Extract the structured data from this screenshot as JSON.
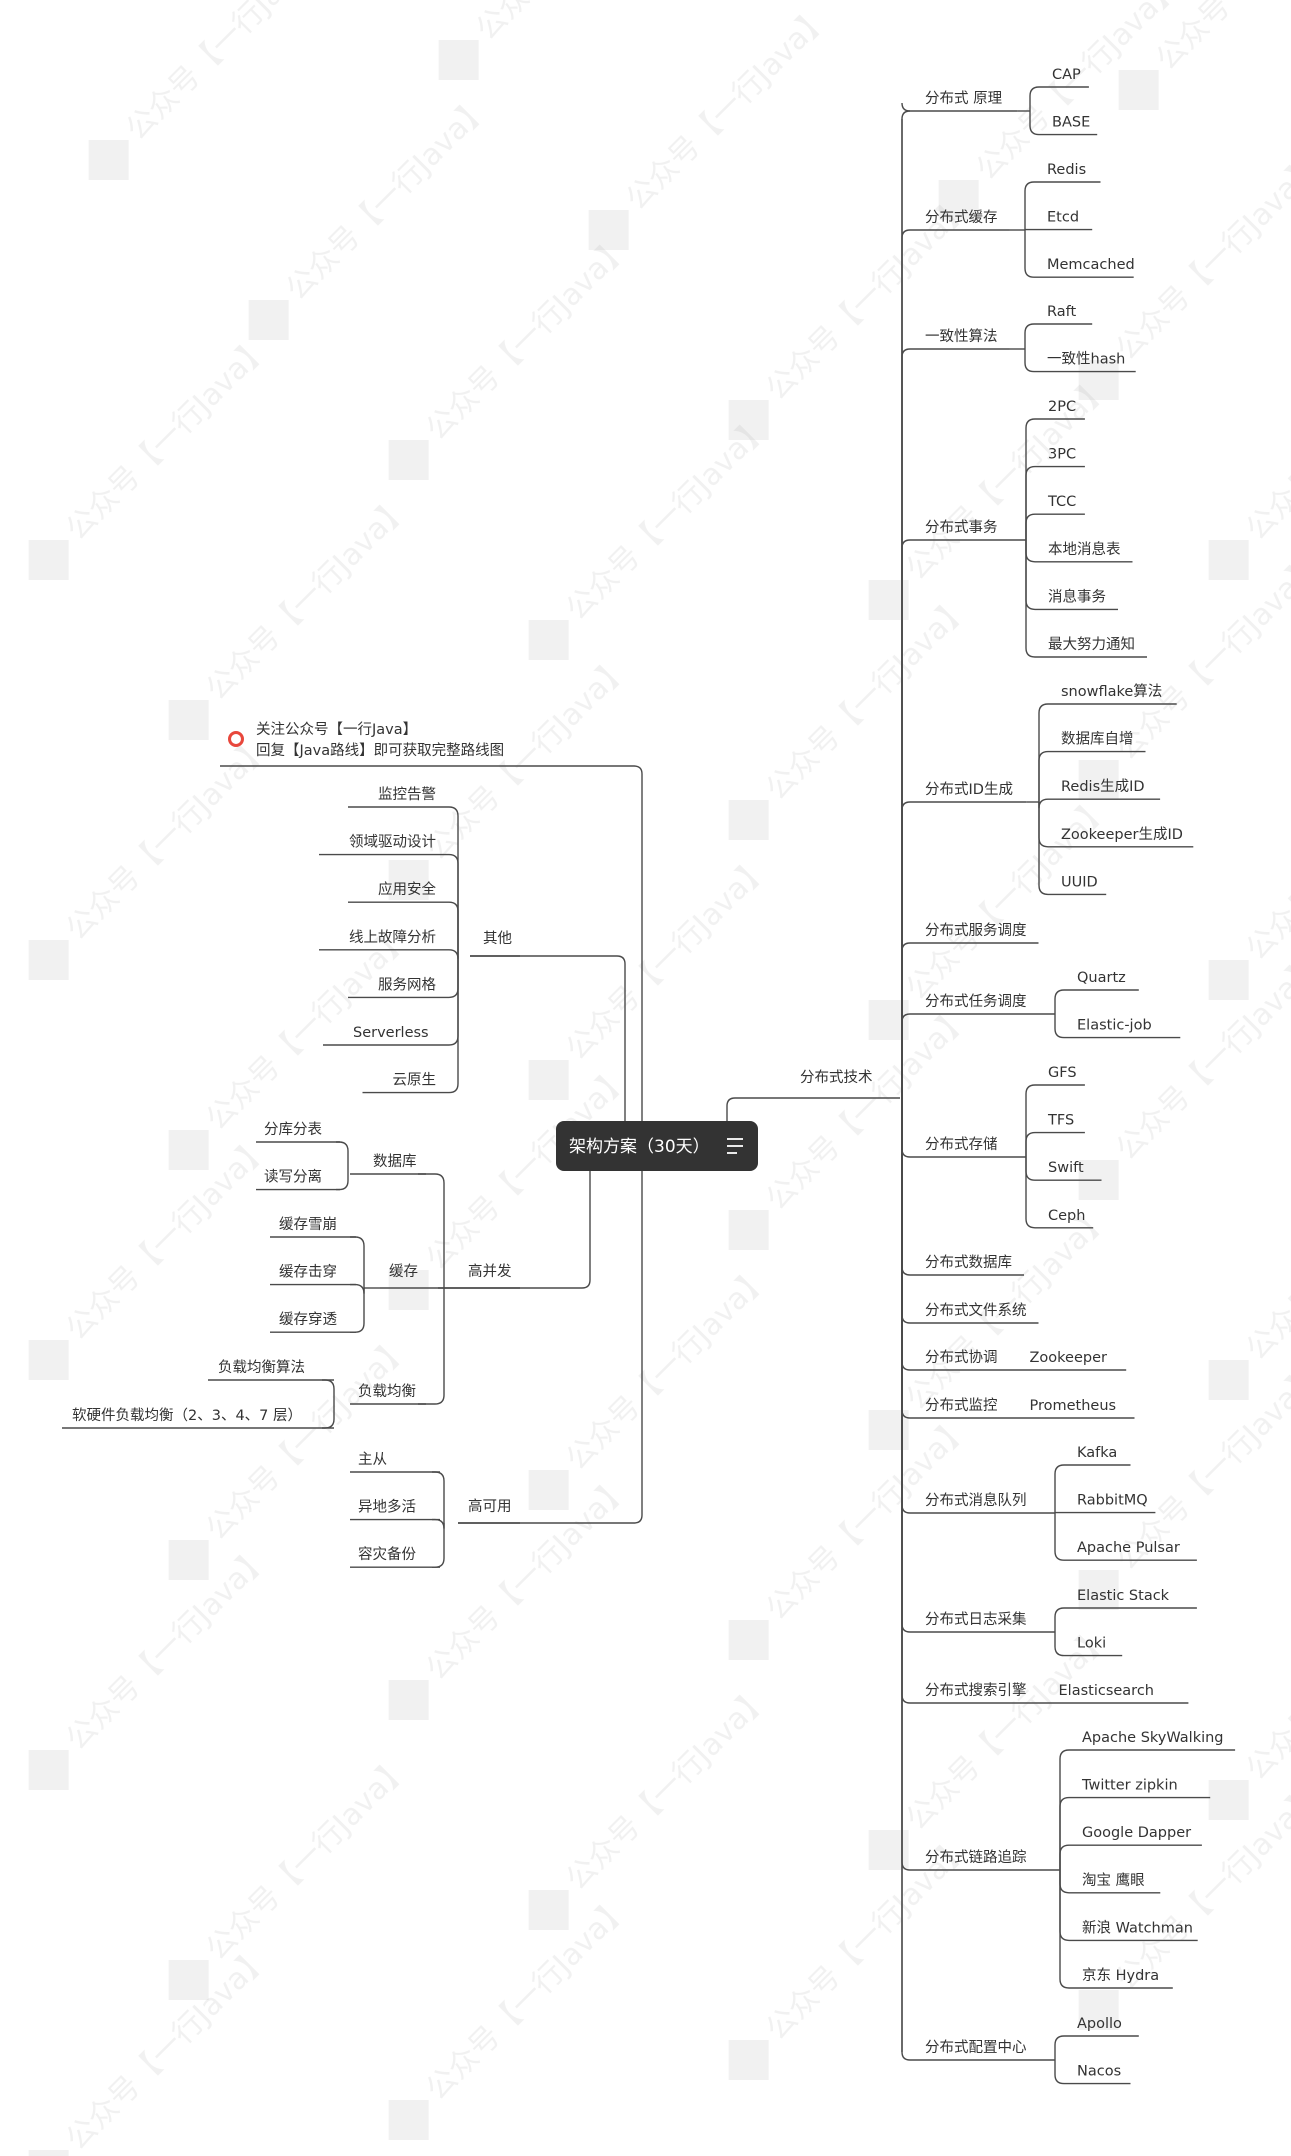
{
  "root": {
    "label": "架构方案（30天）",
    "menu_icon": "menu-icon"
  },
  "colors": {
    "line": "#4a4a4a",
    "root_bg": "#333333",
    "note_icon": "#e8473c",
    "watermark": "#9a9a9a"
  },
  "note": {
    "line1": "关注公众号【一行Java】",
    "line2": "回复【Java路线】即可获取完整路线图",
    "icon": "record-icon"
  },
  "watermark_text": "公众号【一行Java】",
  "right": {
    "label": "分布式技术",
    "children": [
      {
        "label": "分布式 原理",
        "children": [
          "CAP",
          "BASE"
        ]
      },
      {
        "label": "分布式缓存",
        "children": [
          "Redis",
          "Etcd",
          "Memcached"
        ]
      },
      {
        "label": "一致性算法",
        "children": [
          "Raft",
          "一致性hash"
        ]
      },
      {
        "label": "分布式事务",
        "children": [
          "2PC",
          "3PC",
          "TCC",
          "本地消息表",
          "消息事务",
          "最大努力通知"
        ]
      },
      {
        "label": "分布式ID生成",
        "children": [
          "snowflake算法",
          "数据库自增",
          "Redis生成ID",
          "Zookeeper生成ID",
          "UUID"
        ]
      },
      {
        "label": "分布式服务调度",
        "children": []
      },
      {
        "label": "分布式任务调度",
        "children": [
          "Quartz",
          "Elastic-job"
        ]
      },
      {
        "label": "分布式存储",
        "children": [
          "GFS",
          "TFS",
          "Swift",
          "Ceph"
        ]
      },
      {
        "label": "分布式数据库",
        "children": []
      },
      {
        "label": "分布式文件系统",
        "children": []
      },
      {
        "label": "分布式协调",
        "children": [
          "Zookeeper"
        ]
      },
      {
        "label": "分布式监控",
        "children": [
          "Prometheus"
        ]
      },
      {
        "label": "分布式消息队列",
        "children": [
          "Kafka",
          "RabbitMQ",
          "Apache Pulsar"
        ]
      },
      {
        "label": "分布式日志采集",
        "children": [
          "Elastic Stack",
          "Loki"
        ]
      },
      {
        "label": "分布式搜索引擎",
        "children": [
          "Elasticsearch"
        ]
      },
      {
        "label": "分布式链路追踪",
        "children": [
          "Apache SkyWalking",
          "Twitter zipkin",
          "Google Dapper",
          "淘宝 鹰眼",
          "新浪 Watchman",
          "京东 Hydra"
        ]
      },
      {
        "label": "分布式配置中心",
        "children": [
          "Apollo",
          "Nacos"
        ]
      }
    ]
  },
  "left": {
    "other": {
      "label": "其他",
      "children": [
        "监控告警",
        "领域驱动设计",
        "应用安全",
        "线上故障分析",
        "服务网格",
        "Serverless",
        "云原生"
      ]
    },
    "concurrency": {
      "label": "高并发",
      "database": {
        "label": "数据库",
        "children": [
          "分库分表",
          "读写分离"
        ]
      },
      "cache": {
        "label": "缓存",
        "children": [
          "缓存雪崩",
          "缓存击穿",
          "缓存穿透"
        ]
      },
      "lb": {
        "label": "负载均衡",
        "children": [
          "负载均衡算法",
          "软硬件负载均衡（2、3、4、7 层）"
        ]
      }
    },
    "availability": {
      "label": "高可用",
      "children": [
        "主从",
        "异地多活",
        "容灾备份"
      ]
    }
  }
}
